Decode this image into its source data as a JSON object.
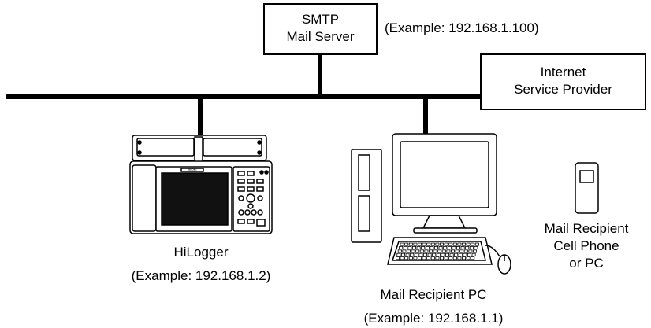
{
  "smtp_server": {
    "line1": "SMTP",
    "line2": "Mail Server",
    "example": "(Example: 192.168.1.100)"
  },
  "isp": {
    "line1": "Internet",
    "line2": "Service Provider"
  },
  "hilogger": {
    "name": "HiLogger",
    "example": "(Example: 192.168.1.2)",
    "brand": "HIOKI"
  },
  "recipient_pc": {
    "name": "Mail Recipient PC",
    "example": "(Example: 192.168.1.1)"
  },
  "recipient_phone": {
    "line1": "Mail Recipient",
    "line2": "Cell Phone",
    "line3": "or PC"
  }
}
